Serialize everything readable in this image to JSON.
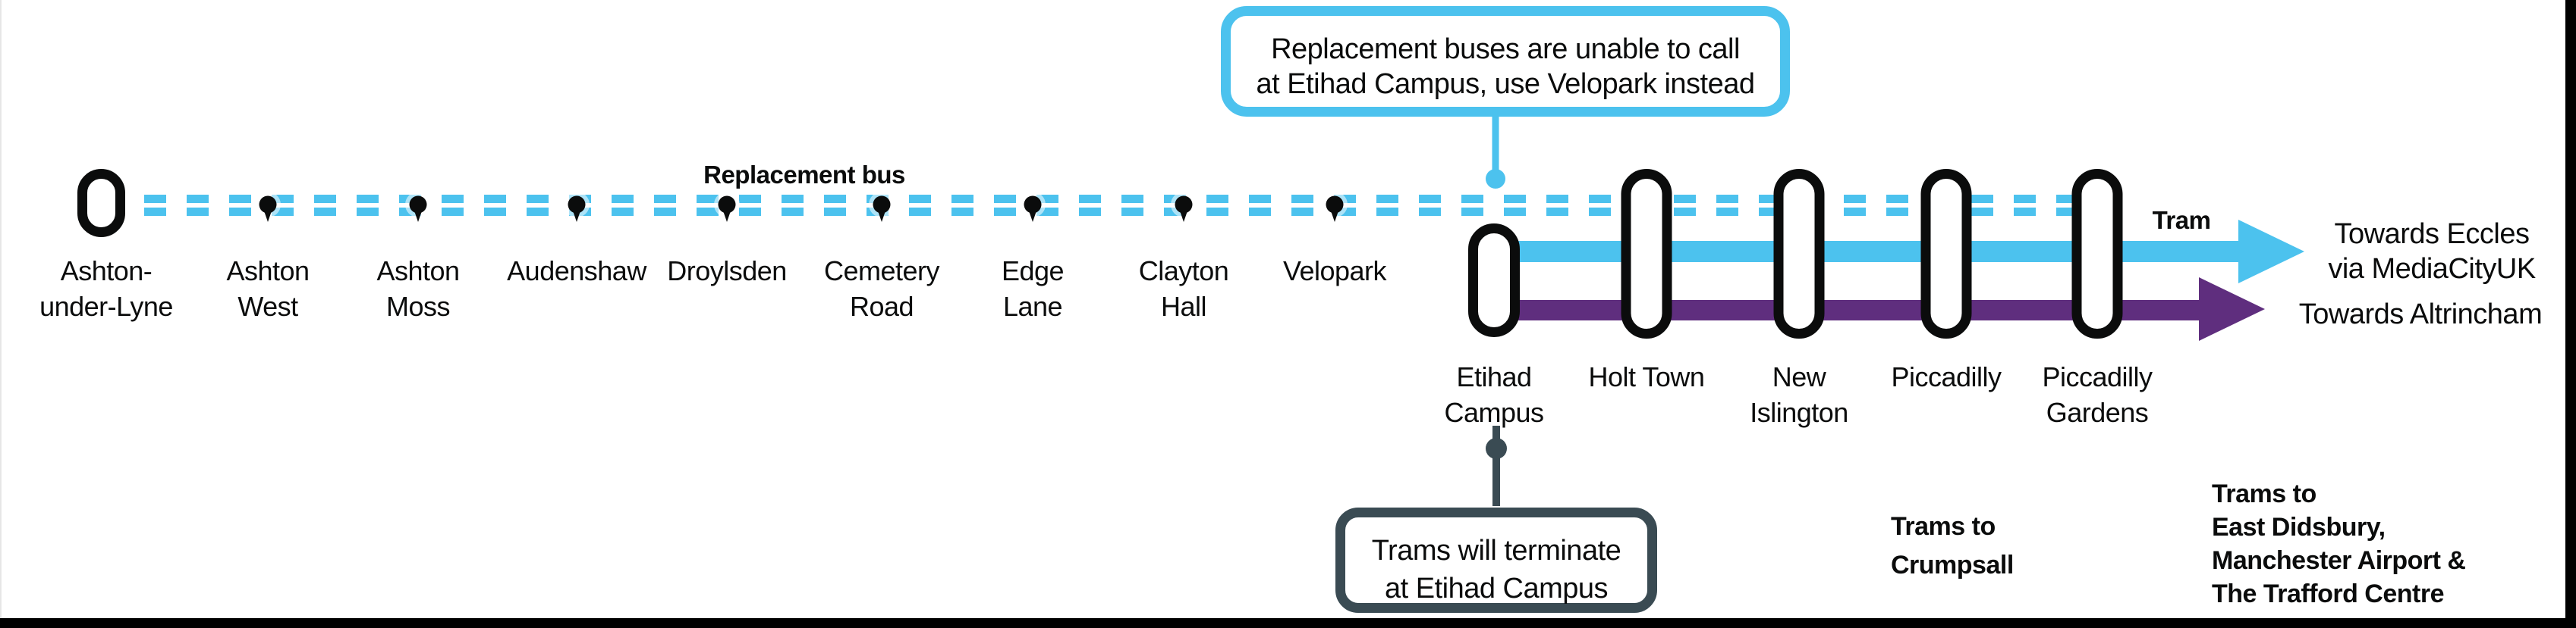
{
  "colors": {
    "blue": "#4CC2EE",
    "purple": "#5F2E7E",
    "slate": "#3A4B53",
    "ink": "#0B0C0C"
  },
  "legend": {
    "replacement_bus": "Replacement bus",
    "tram": "Tram"
  },
  "callouts": {
    "top": {
      "line1": "Replacement buses are unable to call",
      "line2": "at Etihad Campus, use Velopark instead"
    },
    "bottom": {
      "line1": "Trams will terminate",
      "line2": "at Etihad Campus"
    }
  },
  "directions": {
    "eccles": {
      "line1": "Towards Eccles",
      "line2": "via MediaCityUK"
    },
    "altrincham": "Towards Altrincham"
  },
  "notes": {
    "crumpsall": [
      "Trams to",
      "Crumpsall"
    ],
    "south": [
      "Trams to",
      "East Didsbury,",
      "Manchester Airport &",
      "The Trafford Centre"
    ]
  },
  "stations": [
    {
      "line1": "Ashton-",
      "line2": "under-Lyne"
    },
    {
      "line1": "Ashton",
      "line2": "West"
    },
    {
      "line1": "Ashton",
      "line2": "Moss"
    },
    {
      "line1": "Audenshaw"
    },
    {
      "line1": "Droylsden"
    },
    {
      "line1": "Cemetery",
      "line2": "Road"
    },
    {
      "line1": "Edge",
      "line2": "Lane"
    },
    {
      "line1": "Clayton",
      "line2": "Hall"
    },
    {
      "line1": "Velopark"
    },
    {
      "line1": "Etihad",
      "line2": "Campus"
    },
    {
      "line1": "Holt Town"
    },
    {
      "line1": "New",
      "line2": "Islington"
    },
    {
      "line1": "Piccadilly"
    },
    {
      "line1": "Piccadilly",
      "line2": "Gardens"
    }
  ]
}
